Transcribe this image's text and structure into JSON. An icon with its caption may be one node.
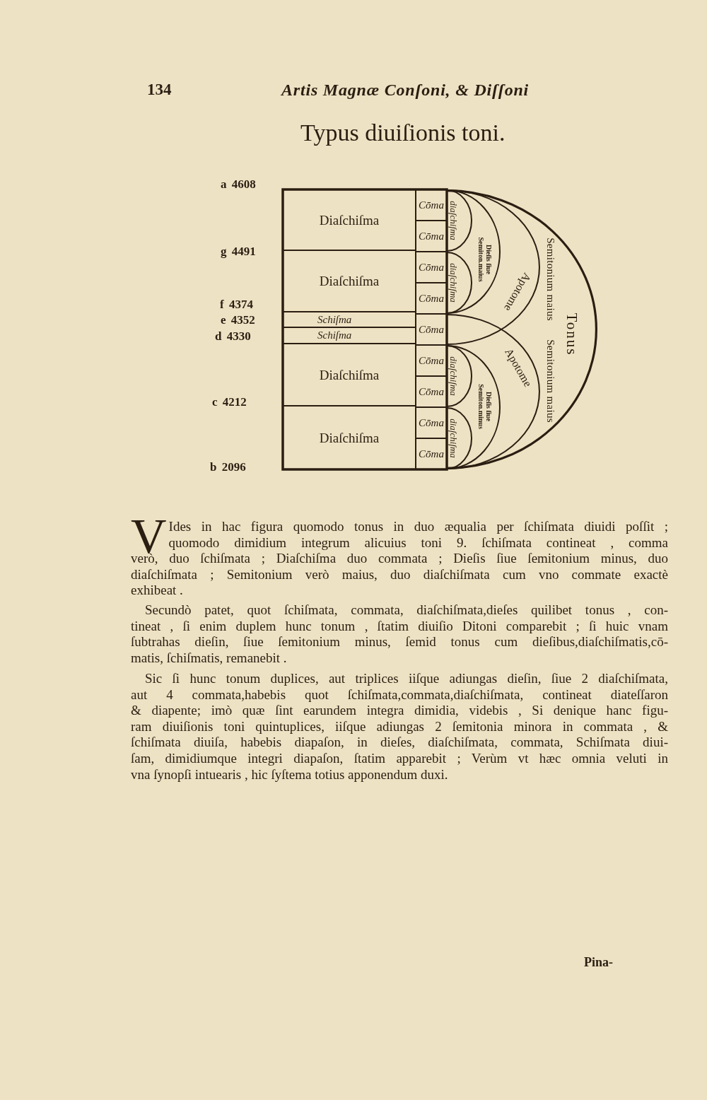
{
  "diagram": {
    "title": "Typus diuiſionis toni.",
    "nodes": [
      {
        "text": [
          "Diaſchiſma"
        ]
      },
      {
        "text": [
          "Diaſchiſma"
        ]
      },
      {
        "text": [
          "Schiſma"
        ]
      },
      {
        "text": [
          "Schiſma"
        ]
      },
      {
        "text": [
          "Diaſchiſma"
        ]
      },
      {
        "text": [
          "Diaſchiſma"
        ]
      },
      {
        "text": [
          "Cōma"
        ]
      },
      {
        "text": [
          "Cōma"
        ]
      },
      {
        "text": [
          "Cōma"
        ]
      },
      {
        "text": [
          "Cōma"
        ]
      },
      {
        "text": [
          "Cōma"
        ]
      },
      {
        "text": [
          "Cōma"
        ]
      },
      {
        "text": [
          "Cōma"
        ]
      },
      {
        "text": [
          "Cōma"
        ]
      },
      {
        "text": [
          "Cōma"
        ]
      },
      {
        "text": [
          "Semitonium maius",
          "Semitonium maius",
          "Tonus"
        ]
      },
      {
        "text": [
          "Apotome"
        ],
        "in": 15
      },
      {
        "text": [
          "Dieſis ſiue Semiton.maius"
        ],
        "in": 16
      },
      {
        "text": [
          "diaſchiſma"
        ],
        "in": 17
      },
      {
        "text": [
          "diaſchiſma"
        ],
        "in": 17
      },
      {
        "text": [
          "Apotome"
        ],
        "in": 15
      },
      {
        "text": [
          "Dieſis ſiue Semiton.minus"
        ],
        "in": 20
      },
      {
        "text": [
          "diaſchiſma"
        ],
        "in": 21
      },
      {
        "text": [
          "diaſchiſma"
        ],
        "in": 21
      }
    ],
    "labels": [
      "134",
      "Artis Magnæ Conſoni, & Diſſoni",
      "a 4608",
      "g 4491",
      "f 4374",
      "e 4352",
      "d 4330",
      "c 4212",
      "b 2096",
      "VIdes in hac figura quomodo tonus in duo æqualia per ſchiſmata diuidi poſſit ; quomodo dimidium integrum alicuius toni 9. ſchiſmata contineat , comma verò, duo ſchiſmata ; Diaſchiſma duo commata ; Dieſis ſiue ſemitonium minus, duo diaſchiſmata ; Semitonium verò maius, duo diaſchiſmata cum vno commate exactè exhibeat .",
      "Secundò patet, quot ſchiſmata, commata, diaſchiſmata,dieſes quilibet tonus , con- tineat , ſi enim duplem hunc tonum , ſtatim diuiſio Ditoni comparebit ; ſi huic vnam ſubtrahas dieſin, ſiue ſemitonium minus, ſemid tonus cum dieſibus,diaſchiſmatis,cō- matis, ſchiſmatis, remanebit .",
      "Sic ſi hunc tonum duplices, aut triplices iiſque adiungas dieſin, ſiue 2 diaſchiſmata, aut 4 commata,habebis quot ſchiſmata,commata,diaſchiſmata, contineat diateſſaron & diapente; imò quæ ſint earundem integra dimidia, videbis , Si denique hanc figu- ram diuiſionis toni quintuplices, iiſque adiungas 2 ſemitonia minora in commata , & ſchiſmata diuiſa, habebis diapaſon, in dieſes, diaſchiſmata, commata, Schiſmata diui- ſam, dimidiumque integri diapaſon, ſtatim apparebit ; Verùm vt hæc omnia veluti in vna ſynopſi intuearis , hic ſyſtema totius apponendum duxi.",
      "Pina-"
    ]
  }
}
